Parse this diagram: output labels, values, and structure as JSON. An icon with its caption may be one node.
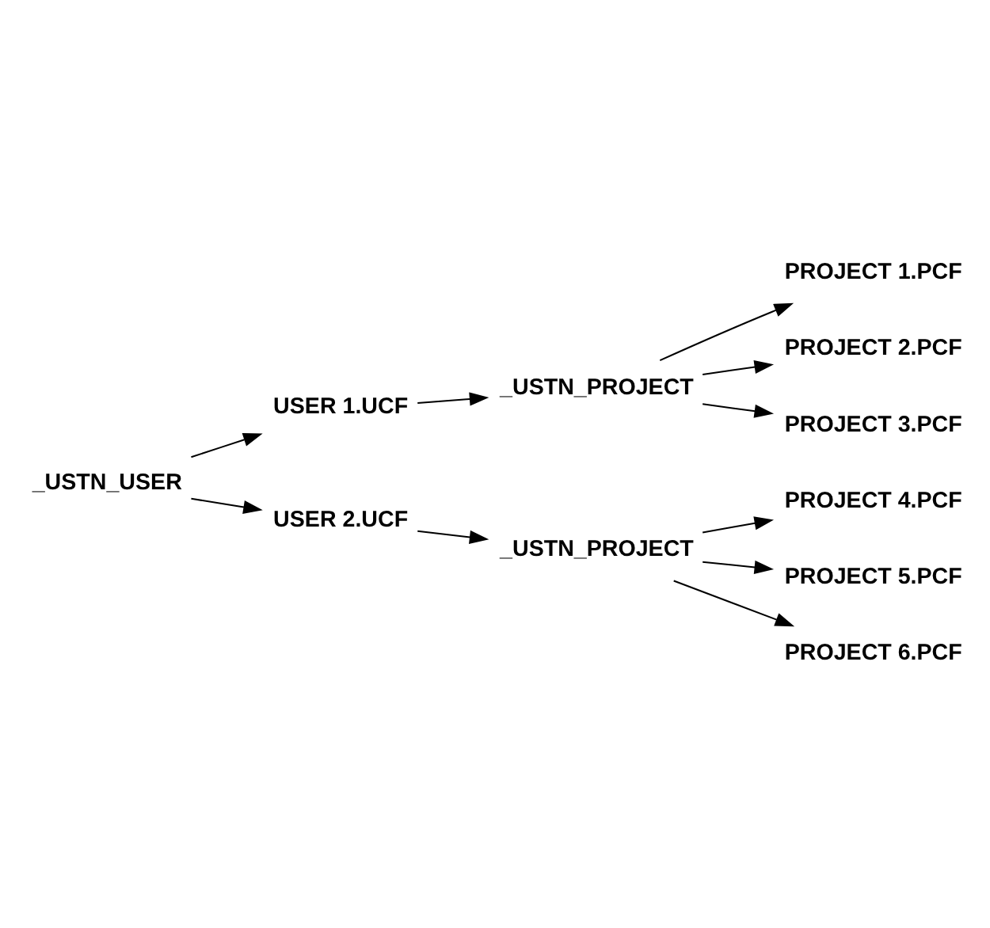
{
  "diagram": {
    "nodes": [
      {
        "text": [
          "_USTN_USER"
        ]
      },
      {
        "text": [
          "USER 1.UCF"
        ]
      },
      {
        "text": [
          "_USTN_PROJECT"
        ]
      },
      {
        "text": [
          "PROJECT 1.PCF"
        ]
      },
      {
        "text": [
          "PROJECT 2.PCF"
        ]
      },
      {
        "text": [
          "PROJECT 3.PCF"
        ]
      },
      {
        "text": [
          "USER 2.UCF"
        ]
      },
      {
        "text": [
          "_USTN_PROJECT"
        ]
      },
      {
        "text": [
          "PROJECT 4.PCF"
        ]
      },
      {
        "text": [
          "PROJECT 5.PCF"
        ]
      },
      {
        "text": [
          "PROJECT 6.PCF"
        ]
      }
    ],
    "edges": [
      {
        "from": 0,
        "to": 1,
        "arrow": "to"
      },
      {
        "from": 1,
        "to": 2,
        "arrow": "to"
      },
      {
        "from": 2,
        "to": 3,
        "arrow": "to"
      },
      {
        "from": 2,
        "to": 4,
        "arrow": "to"
      },
      {
        "from": 2,
        "to": 5,
        "arrow": "to"
      },
      {
        "from": 0,
        "to": 6,
        "arrow": "to"
      },
      {
        "from": 6,
        "to": 7,
        "arrow": "to"
      },
      {
        "from": 7,
        "to": 8,
        "arrow": "to"
      },
      {
        "from": 7,
        "to": 9,
        "arrow": "to"
      },
      {
        "from": 7,
        "to": 10,
        "arrow": "to"
      }
    ]
  }
}
